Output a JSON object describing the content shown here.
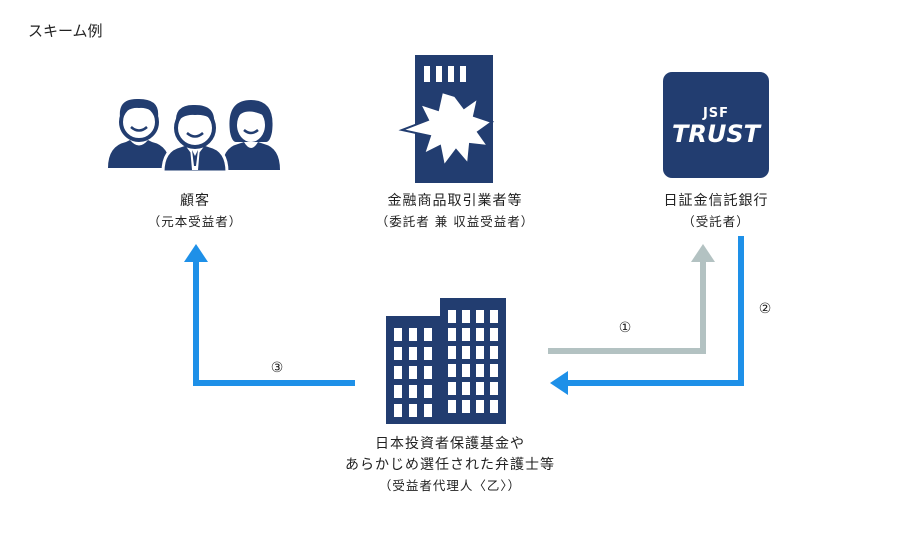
{
  "title": "スキーム例",
  "colors": {
    "navy": "#223d70",
    "blue": "#1e90e8",
    "gray": "#b3c2c2"
  },
  "nodes": {
    "customer": {
      "icon": "people-group-icon",
      "name": "顧客",
      "role": "（元本受益者）"
    },
    "broker": {
      "icon": "building-burst-icon",
      "name": "金融商品取引業者等",
      "role": "（委託者 兼 収益受益者）"
    },
    "trust_bank": {
      "icon": "jsf-trust-logo",
      "logo_top": "JSF",
      "logo_bottom": "TRUST",
      "name": "日証金信託銀行",
      "role": "（受託者）"
    },
    "agent": {
      "icon": "office-buildings-icon",
      "name_line1": "日本投資者保護基金や",
      "name_line2": "あらかじめ選任された弁護士等",
      "role": "（受益者代理人〈乙〉）"
    }
  },
  "flows": [
    {
      "step": "①",
      "from": "agent",
      "to": "trust_bank",
      "color": "gray"
    },
    {
      "step": "②",
      "from": "trust_bank",
      "to": "agent",
      "color": "blue"
    },
    {
      "step": "③",
      "from": "agent",
      "to": "customer",
      "color": "blue"
    }
  ]
}
